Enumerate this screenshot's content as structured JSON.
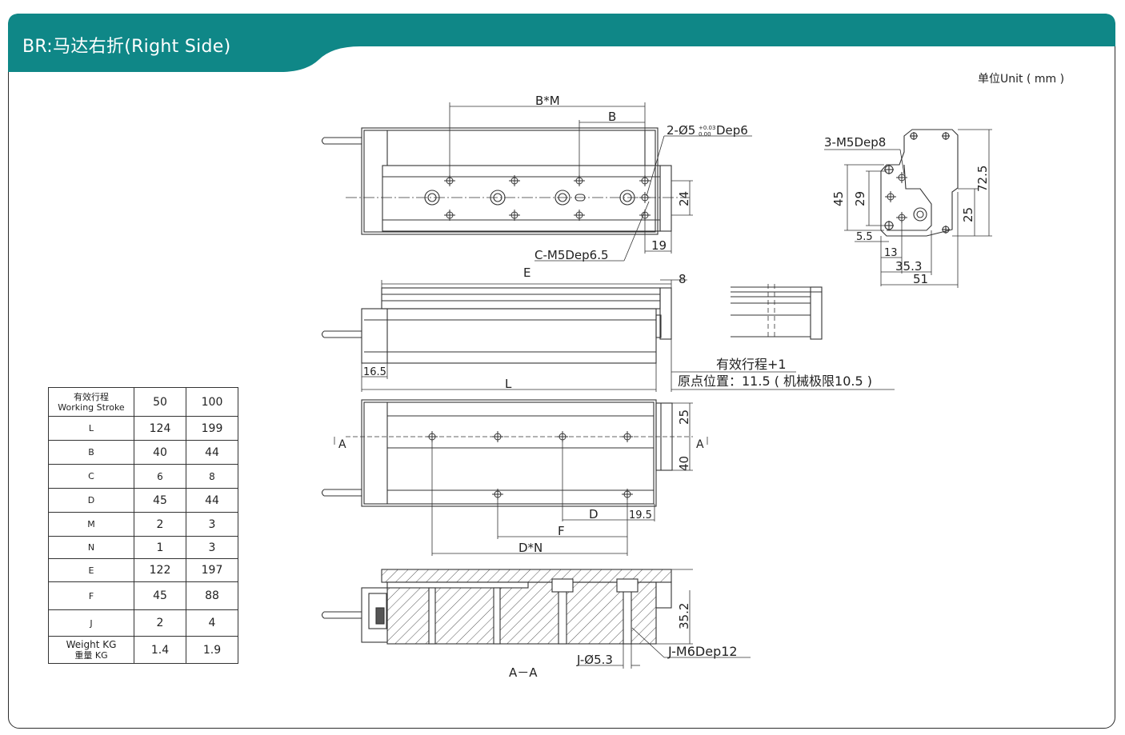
{
  "header": {
    "title": "BR:马达右折(Right Side)",
    "unit": "单位Unit ( mm )",
    "band_color": "#0f8787"
  },
  "drawing": {
    "top_view": {
      "dim_bm": "B*M",
      "dim_b": "B",
      "hole_note_prefix": "2-Ø5",
      "hole_tol_upper": "+0.03",
      "hole_tol_lower": "0.00",
      "hole_note_suffix": "Dep6",
      "dim_24": "24",
      "dim_19": "19",
      "thread_note": "C-M5Dep6.5"
    },
    "end_view": {
      "thread_note": "3-M5Dep8",
      "dim_45": "45",
      "dim_29": "29",
      "dim_72_5": "72.5",
      "dim_25": "25",
      "dim_5_5": "5.5",
      "dim_13": "13",
      "dim_35_3": "35.3",
      "dim_51": "51"
    },
    "side_view": {
      "dim_e": "E",
      "dim_8": "8",
      "dim_16_5": "16.5",
      "dim_l": "L",
      "stroke_note": "有效行程+1",
      "origin_note": "原点位置：11.5 ( 机械极限10.5 )"
    },
    "bottom_view": {
      "section_left": "A",
      "section_right": "A",
      "dim_25": "25",
      "dim_40": "40",
      "dim_d": "D",
      "dim_19_5": "19.5",
      "dim_f": "F",
      "dim_dn": "D*N"
    },
    "section_view": {
      "dim_35_2": "35.2",
      "thread_note": "J-M6Dep12",
      "hole_note": "J-Ø5.3",
      "label": "A－A"
    }
  },
  "spec_table": {
    "header_label_cn": "有效行程",
    "header_label_en": "Working Stroke",
    "header_values": [
      "50",
      "100"
    ],
    "rows": [
      {
        "label": "L",
        "values": [
          "124",
          "199"
        ]
      },
      {
        "label": "B",
        "values": [
          "40",
          "44"
        ]
      },
      {
        "label": "C",
        "values": [
          "6",
          "8"
        ]
      },
      {
        "label": "D",
        "values": [
          "45",
          "44"
        ]
      },
      {
        "label": "M",
        "values": [
          "2",
          "3"
        ]
      },
      {
        "label": "N",
        "values": [
          "1",
          "3"
        ]
      },
      {
        "label": "E",
        "values": [
          "122",
          "197"
        ]
      },
      {
        "label": "F",
        "values": [
          "45",
          "88"
        ]
      },
      {
        "label": "J",
        "values": [
          "2",
          "4"
        ]
      }
    ],
    "footer_label_en": "Weight KG",
    "footer_label_cn": "重量   KG",
    "footer_values": [
      "1.4",
      "1.9"
    ]
  }
}
